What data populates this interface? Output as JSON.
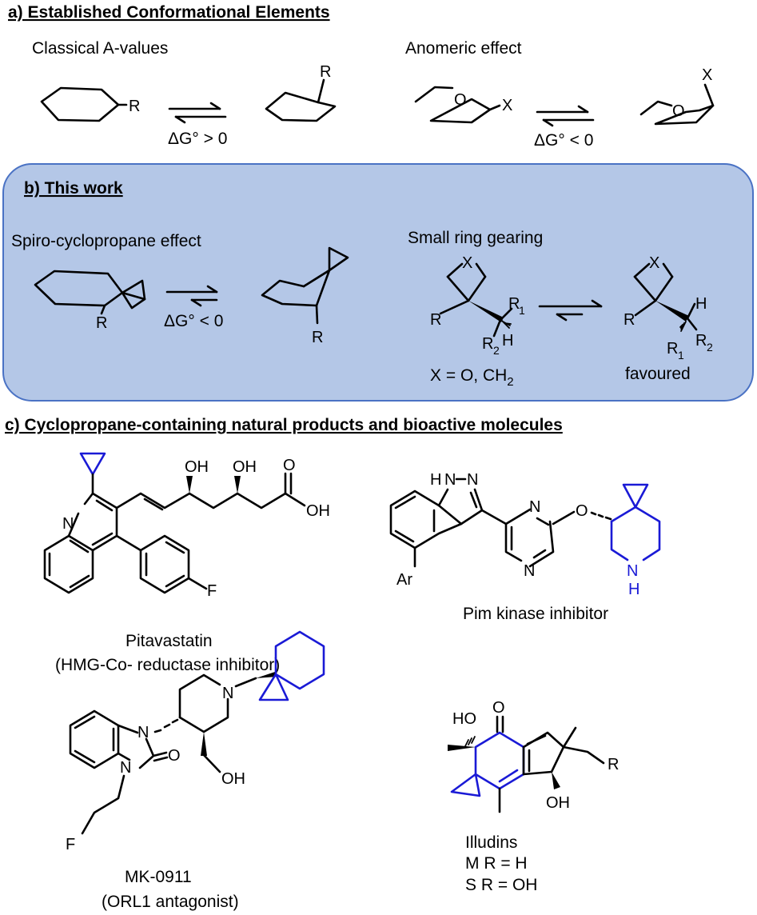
{
  "colors": {
    "panel_fill": "#b4c7e7",
    "panel_border": "#4a72c4",
    "highlight": "#1a1ad6"
  },
  "section_a": {
    "heading": "a) Established Conformational Elements",
    "left_title": "Classical A-values",
    "left_dG": "ΔG° > 0",
    "right_title": "Anomeric effect",
    "right_dG": "ΔG° < 0",
    "atoms": {
      "R": "R",
      "O": "O",
      "X": "X"
    }
  },
  "section_b": {
    "heading": "b) This work",
    "left_title": "Spiro-cyclopropane effect",
    "left_dG": "ΔG° < 0",
    "right_title": "Small ring gearing",
    "x_def_prefix": "X = O, CH",
    "x_def_sub": "2",
    "favoured": "favoured",
    "atoms": {
      "R": "R",
      "X": "X",
      "H": "H",
      "R1": "R",
      "R2": "R",
      "sub1": "1",
      "sub2": "2"
    }
  },
  "section_c": {
    "heading": "c) Cyclopropane-containing natural products and bioactive molecules",
    "pitavastatin": {
      "name": "Pitavastatin",
      "desc": "(HMG-Co- reductase inhibitor)",
      "atoms": {
        "N": "N",
        "F": "F",
        "OH1": "OH",
        "OH2": "OH",
        "O": "O",
        "OH3": "OH"
      }
    },
    "pim": {
      "name": "Pim kinase inhibitor",
      "atoms": {
        "HN": "H",
        "N1": "N",
        "N2": "N",
        "N3": "N",
        "N4": "N",
        "O": "O",
        "Ar": "Ar",
        "NH_N": "N",
        "NH_H": "H"
      }
    },
    "mk": {
      "name": "MK-0911",
      "desc": "(ORL1 antagonist)",
      "atoms": {
        "N1": "N",
        "N2": "N",
        "N3": "N",
        "O": "O",
        "OH": "OH",
        "F": "F"
      }
    },
    "illudins": {
      "name": "Illudins",
      "line1": "M R = H",
      "line2": "S R = OH",
      "atoms": {
        "HO": "HO",
        "O": "O",
        "R": "R",
        "OH": "OH"
      }
    }
  }
}
